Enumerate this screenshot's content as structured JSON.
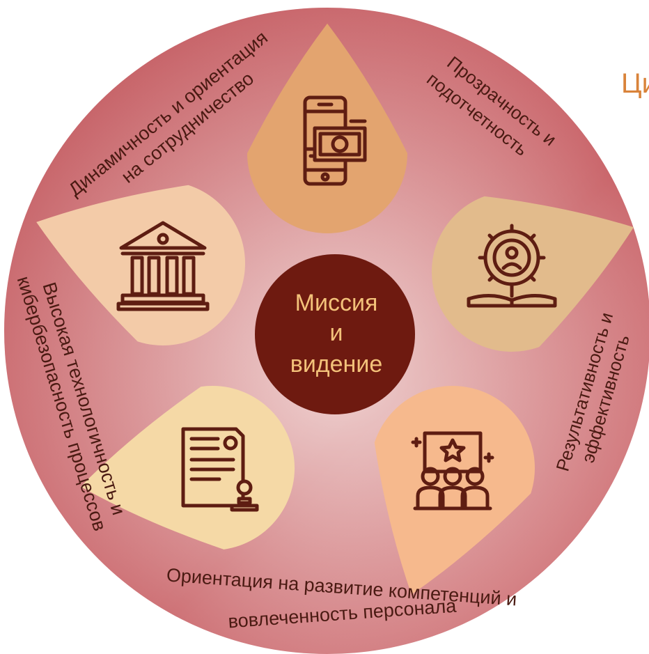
{
  "corner_text": "Ци",
  "center": {
    "lines": [
      "Миссия",
      "и",
      "видение"
    ]
  },
  "petals": [
    {
      "name": "transparency",
      "icon": "mobile-money-icon",
      "color": "#e3a46f",
      "label_lines": [
        "Прозрачность и",
        "подотчетность"
      ]
    },
    {
      "name": "performance",
      "icon": "gear-person-book-icon",
      "color": "#e2bb8c",
      "label_lines": [
        "Результативность и",
        "эффективность"
      ]
    },
    {
      "name": "competence",
      "icon": "audience-board-icon",
      "color": "#f6b98d",
      "label_lines": [
        "Ориентация на развитие компетенций и",
        "вовлеченность персонала"
      ]
    },
    {
      "name": "technology",
      "icon": "document-stamp-icon",
      "color": "#f5d9a6",
      "label_lines": [
        "Высокая технологичность и",
        "кибербезопасность процессов"
      ]
    },
    {
      "name": "dynamics",
      "icon": "bank-building-icon",
      "color": "#f3cba8",
      "label_lines": [
        "Динамичность и ориентация",
        "на сотрудничество"
      ]
    }
  ],
  "colors": {
    "ring_outer": "#c95a5e",
    "ring_inner": "#e9c3c3",
    "center_fill": "#6e1a10",
    "center_text": "#f3c27a",
    "icon_stroke": "#5e1d12",
    "label": "#4a1a12"
  }
}
